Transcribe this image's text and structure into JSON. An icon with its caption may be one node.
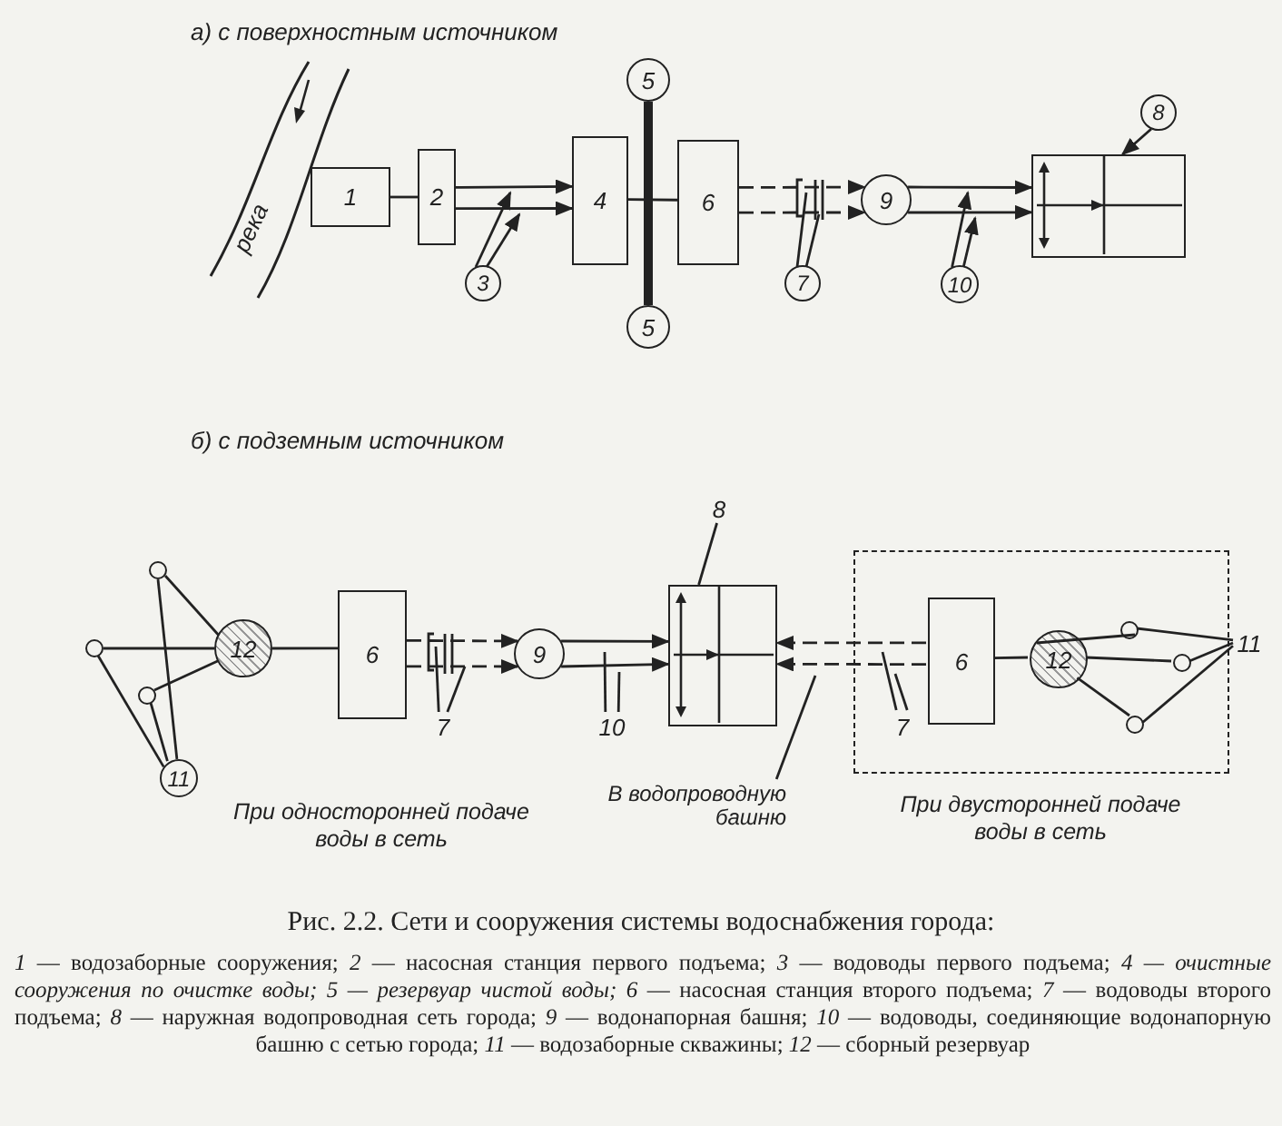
{
  "diagram": {
    "caption": "Рис. 2.2. Сети и сооружения системы водоснабжения города:",
    "nodes": [
      {
        "text": [
          "река"
        ]
      },
      {
        "text": [
          "1"
        ]
      },
      {
        "text": [
          "2"
        ]
      },
      {
        "text": [
          "4"
        ]
      },
      {
        "text": [
          "5"
        ]
      },
      {
        "text": [
          "5"
        ]
      },
      {
        "text": [
          "6"
        ]
      },
      {
        "text": [
          "9"
        ]
      },
      {
        "text": [],
        "shape": "box"
      },
      {
        "text": [
          "3"
        ]
      },
      {
        "text": [
          "7"
        ]
      },
      {
        "text": [
          "10"
        ]
      },
      {
        "text": [
          "8"
        ]
      },
      {
        "text": [],
        "shape": "circle"
      },
      {
        "text": [],
        "shape": "circle"
      },
      {
        "text": [],
        "shape": "circle"
      },
      {
        "text": [
          "12"
        ]
      },
      {
        "text": [
          "6"
        ]
      },
      {
        "text": [
          "9"
        ]
      },
      {
        "text": [],
        "shape": "box"
      },
      {
        "text": [],
        "shape": "box"
      },
      {
        "text": [
          "6"
        ],
        "in": 20
      },
      {
        "text": [
          "12"
        ],
        "in": 20
      },
      {
        "text": [],
        "shape": "circle",
        "in": 20
      },
      {
        "text": [],
        "shape": "circle",
        "in": 20
      },
      {
        "text": [],
        "shape": "circle",
        "in": 20
      },
      {
        "text": [
          "11"
        ]
      },
      {
        "text": [
          "7"
        ]
      },
      {
        "text": [
          "10"
        ]
      },
      {
        "text": [
          "8"
        ]
      },
      {
        "text": [
          "В водопроводную башню"
        ]
      },
      {
        "text": [
          "7"
        ],
        "in": 20
      },
      {
        "text": [
          "11"
        ]
      }
    ],
    "edges": [
      {
        "from": 1,
        "to": 2,
        "arrow": "none"
      },
      {
        "from": 2,
        "to": 3,
        "arrow": "to"
      },
      {
        "from": 2,
        "to": 3,
        "arrow": "to"
      },
      {
        "from": 3,
        "to": 6,
        "arrow": "none"
      },
      {
        "from": 4,
        "to": 5,
        "arrow": "none",
        "style": "thick"
      },
      {
        "from": 6,
        "to": 7,
        "arrow": "to",
        "style": "dashed"
      },
      {
        "from": 6,
        "to": 7,
        "arrow": "to",
        "style": "dashed"
      },
      {
        "from": 7,
        "to": 8,
        "arrow": "to"
      },
      {
        "from": 7,
        "to": 8,
        "arrow": "to"
      },
      {
        "from": 12,
        "to": 8,
        "arrow": "to"
      },
      {
        "from": 9,
        "to": null,
        "arrow": "to"
      },
      {
        "from": 9,
        "to": null,
        "arrow": "to"
      },
      {
        "from": 10,
        "to": null,
        "arrow": "none"
      },
      {
        "from": 10,
        "to": null,
        "arrow": "none"
      },
      {
        "from": 11,
        "to": null,
        "arrow": "to"
      },
      {
        "from": 11,
        "to": null,
        "arrow": "to"
      },
      {
        "from": 26,
        "to": 13,
        "arrow": "none"
      },
      {
        "from": 26,
        "to": 14,
        "arrow": "none"
      },
      {
        "from": 26,
        "to": 15,
        "arrow": "none"
      },
      {
        "from": 13,
        "to": 16,
        "arrow": "none"
      },
      {
        "from": 14,
        "to": 16,
        "arrow": "none"
      },
      {
        "from": 15,
        "to": 16,
        "arrow": "none"
      },
      {
        "from": 16,
        "to": 17,
        "arrow": "none"
      },
      {
        "from": 17,
        "to": 18,
        "arrow": "to",
        "style": "dashed"
      },
      {
        "from": 17,
        "to": 18,
        "arrow": "to",
        "style": "dashed"
      },
      {
        "from": 18,
        "to": 19,
        "arrow": "to"
      },
      {
        "from": 18,
        "to": 19,
        "arrow": "to"
      },
      {
        "from": 21,
        "to": 19,
        "arrow": "to",
        "style": "dashed"
      },
      {
        "from": 21,
        "to": 19,
        "arrow": "to",
        "style": "dashed"
      },
      {
        "from": 22,
        "to": 21,
        "arrow": "none"
      },
      {
        "from": 23,
        "to": 22,
        "arrow": "none"
      },
      {
        "from": 24,
        "to": 22,
        "arrow": "none"
      },
      {
        "from": 25,
        "to": 22,
        "arrow": "none"
      },
      {
        "from": 32,
        "to": 23,
        "arrow": "none"
      },
      {
        "from": 32,
        "to": 24,
        "arrow": "none"
      },
      {
        "from": 32,
        "to": 25,
        "arrow": "none"
      },
      {
        "from": 27,
        "to": null,
        "arrow": "none"
      },
      {
        "from": 27,
        "to": null,
        "arrow": "none"
      },
      {
        "from": 28,
        "to": null,
        "arrow": "none"
      },
      {
        "from": 28,
        "to": null,
        "arrow": "none"
      },
      {
        "from": 29,
        "to": 19,
        "arrow": "none"
      },
      {
        "from": 30,
        "to": null,
        "arrow": "none"
      },
      {
        "from": 31,
        "to": null,
        "arrow": "none"
      },
      {
        "from": 31,
        "to": null,
        "arrow": "none"
      }
    ],
    "labels": [
      "а) с поверхностным источником",
      "б) с подземным источником",
      "При односторонней подаче воды в сеть",
      "При двусторонней подаче воды в сеть",
      "*1* — водозаборные сооружения; *2* — насосная станция первого подъема; *3* — водоводы первого подъема; *4 — очистные сооружения по очистке воды; 5 — резервуар чистой воды; 6* — насосная станция второго подъема; *7* — водоводы второго подъема; *8* — наружная водопроводная сеть города; *9* — водонапорная башня; *10* — водоводы, соединяющие водонапорную башню с сетью города; *11* — водозаборные скважины; *12* — сборный резервуар"
    ]
  }
}
